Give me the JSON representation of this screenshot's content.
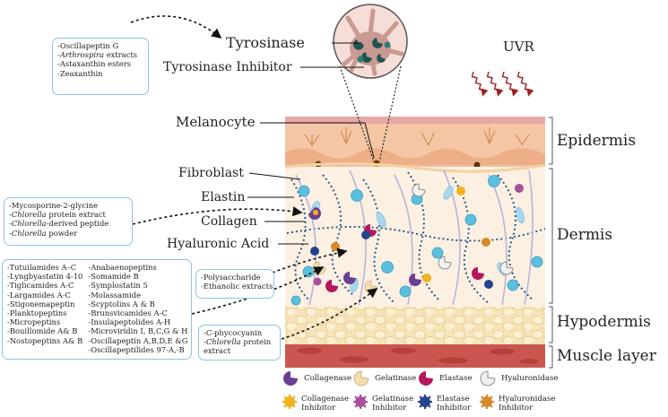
{
  "labels": {
    "tyrosinase": "Tyrosinase",
    "tyrosinase_inhibitor": "Tyrosinase Inhibitor",
    "uvr": "UVR",
    "melanocyte": "Melanocyte",
    "fibroblast": "Fibroblast",
    "elastin": "Elastin",
    "collagen": "Collagen",
    "hyaluronic_acid": "Hyaluronic Acid"
  },
  "layers": {
    "epidermis": "Epidermis",
    "dermis": "Dermis",
    "hypodermis": "Hypodermis",
    "muscle": "Muscle layer"
  },
  "boxes": {
    "tyrosinase_inhibitors": [
      "-Oscillapeptin G",
      "-Arthrospira extracts",
      "-Astaxanthin esters",
      "-Zeaxanthin"
    ],
    "collagenase_inhibitors": [
      "-Mycosporine-2-glycine",
      "-Chlorella protein extract",
      "-Chlorella-derived peptide",
      "-Chlorella powder"
    ],
    "multi_col1": [
      "-Tutuilamides A–C",
      "-Lyngbyastatin 4-10",
      "-Tiglicamides A-C",
      "-Largamides A-C",
      "-Stigonemapeptin",
      "-Planktopeptins",
      "-Micropeptins",
      "-Bouillomide A& B",
      "-Nostopeptins A& B"
    ],
    "multi_col2": [
      "-Anabaenopeptins",
      "-Somamide B",
      "-Symplostatin 5",
      "-Molassamide",
      "-Scyptolins A & B",
      "-Brunsvicamides A-C",
      "-Insulapeptolides A-H",
      "-Microviridin I, B,C,G & H",
      "-Oscillapeptin A,B,D,E &G",
      "-Oscillapeptilides 97-A,-B"
    ],
    "hyaluronidase_inhibitors": [
      "-Polysaccharide",
      "-Ethanolic extracts"
    ],
    "gelatinase_inhibitors": [
      "-C-phycocyanin",
      "-Chlorella protein",
      "extract"
    ]
  },
  "legend": [
    {
      "label": "Collagenase",
      "icon": "collagenase-icon",
      "color": "#6b3f8f"
    },
    {
      "label": "Gelatinase",
      "icon": "gelatinase-icon",
      "color": "#f3dcae"
    },
    {
      "label": "Elastase",
      "icon": "elastase-icon",
      "color": "#b5185c"
    },
    {
      "label": "Hyaluronidase",
      "icon": "hyaluronidase-icon",
      "color": "#f0f0f0"
    },
    {
      "label": "Collagenase\nInhibitor",
      "icon": "collagenase-inhibitor-icon",
      "color": "#f2b21c"
    },
    {
      "label": "Gelatinase\nInhibitor",
      "icon": "gelatinase-inhibitor-icon",
      "color": "#a8509a"
    },
    {
      "label": "Elastase\nInhibitor",
      "icon": "elastase-inhibitor-icon",
      "color": "#26428f"
    },
    {
      "label": "Hyaluronidase\nInhibitor",
      "icon": "hyaluronidase-inhibitor-icon",
      "color": "#d78a2a"
    }
  ],
  "colors": {
    "box_border": "#8ec2df",
    "epidermis": "#f2c4a8",
    "dermis": "#fbeee0",
    "hypodermis": "#f7e3b5",
    "muscle": "#c9574f",
    "uvr": "#a02020",
    "hyaluronic": "#5bc0de"
  }
}
